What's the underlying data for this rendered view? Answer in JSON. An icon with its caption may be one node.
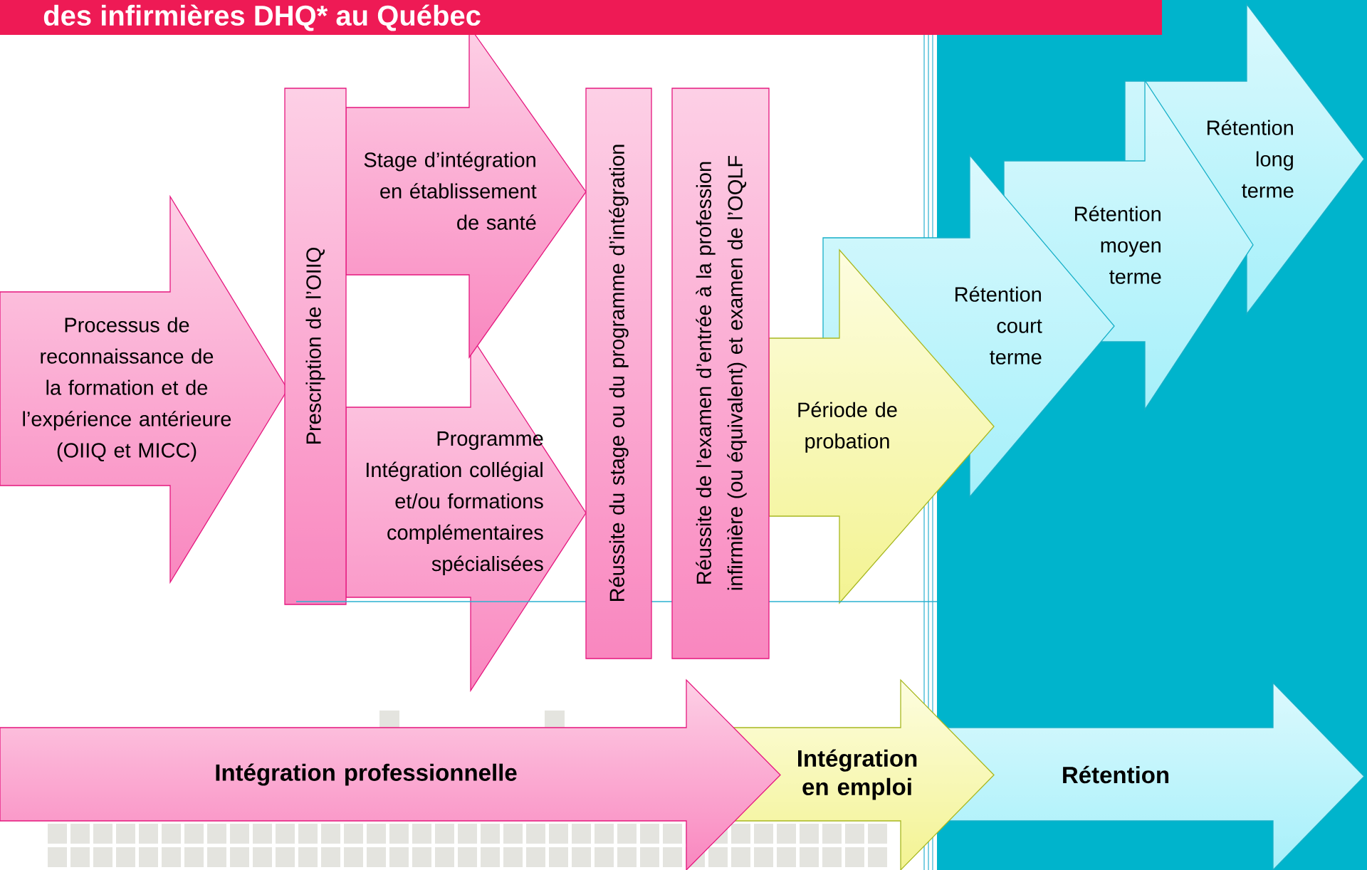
{
  "diagram": {
    "title": "des infirmières DHQ* au Québec",
    "nodes": [
      {
        "text": [
          "Processus de reconnaissance de la formation et de l’expérience antérieure (OIIQ et MICC)"
        ]
      },
      {
        "text": [
          "Prescription de l’OIIQ"
        ]
      },
      {
        "text": [
          "Stage d’intégration en établissement de santé"
        ]
      },
      {
        "text": [
          "Programme Intégration collégial et/ou formations complémentaires spécialisées"
        ]
      },
      {
        "text": [
          "Réussite du stage ou du programme d’intégration"
        ]
      },
      {
        "text": [
          "Réussite de l’examen d’entrée à la profession infirmière (ou équivalent) et examen de l’OQLF"
        ]
      },
      {
        "text": [
          "Période de probation"
        ]
      },
      {
        "text": [
          "Rétention court terme"
        ]
      },
      {
        "text": [
          "Rétention moyen terme"
        ]
      },
      {
        "text": [
          "Rétention long terme"
        ]
      },
      {
        "text": [
          "Intégration professionnelle"
        ]
      },
      {
        "text": [
          "Intégration en emploi"
        ]
      },
      {
        "text": [
          "Rétention"
        ]
      }
    ]
  }
}
